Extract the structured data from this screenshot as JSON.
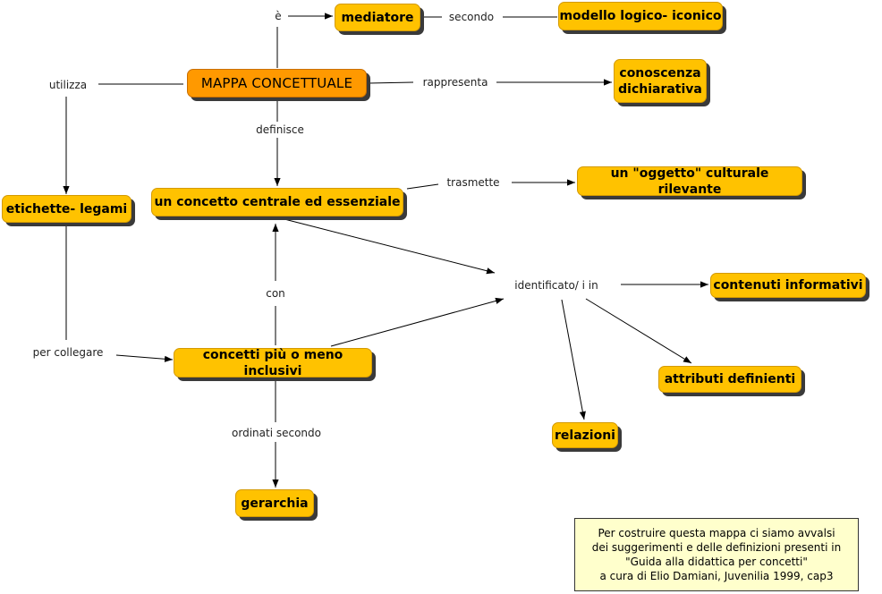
{
  "nodes": {
    "mediatore": "mediatore",
    "modello": "modello logico- iconico",
    "mappa": "MAPPA CONCETTUALE",
    "conoscenza": "conoscenza\ndichiarativa",
    "etichette": "etichette- legami",
    "concetto_centrale": "un concetto centrale ed essenziale",
    "oggetto": "un  \"oggetto\" culturale rilevante",
    "contenuti": "contenuti informativi",
    "concetti_inclusivi": "concetti  più o meno inclusivi",
    "attributi": "attributi definienti",
    "relazioni": "relazioni",
    "gerarchia": "gerarchia"
  },
  "labels": {
    "e": "è",
    "secondo": "secondo",
    "utilizza": "utilizza",
    "rappresenta": "rappresenta",
    "definisce": "definisce",
    "trasmette": "trasmette",
    "identificato": "identificato/ i  in",
    "con": "con",
    "per_collegare": "per collegare",
    "ordinati_secondo": "ordinati secondo"
  },
  "note": {
    "line1": "Per costruire questa mappa ci siamo avvalsi",
    "line2": "dei suggerimenti e delle definizioni presenti in",
    "line3": "\"Guida alla didattica per concetti\"",
    "line4": "a cura di Elio Damiani, Juvenilia 1999, cap3"
  },
  "colors": {
    "node_fill": "#ffc200",
    "main_fill": "#ff9900",
    "shadow": "#3a3a3a",
    "note_fill": "#ffffcc"
  }
}
